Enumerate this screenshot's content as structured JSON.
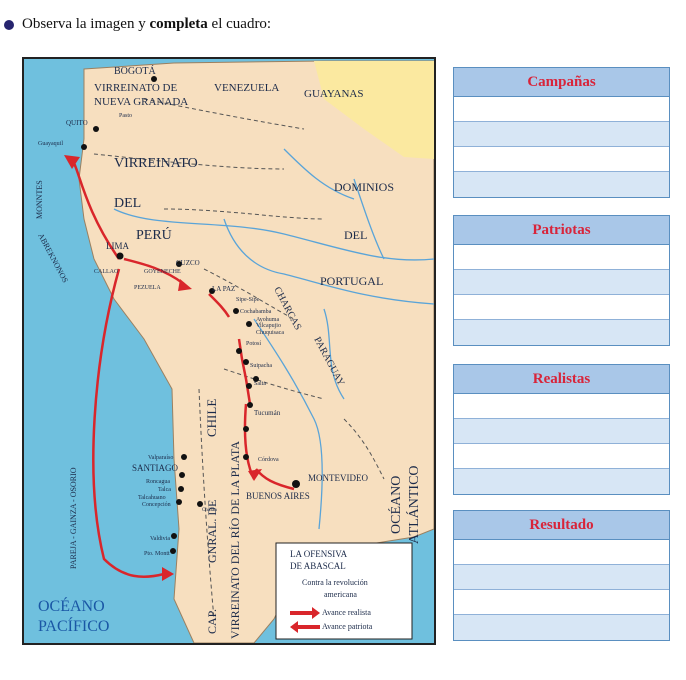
{
  "instruction": {
    "prefix": "Observa la imagen y ",
    "bold": "completa",
    "suffix": " el cuadro:"
  },
  "map": {
    "places": {
      "bogota": "BOGOTÁ",
      "virreinato_ng_1": "VIRREINATO DE",
      "virreinato_ng_2": "NUEVA GRANADA",
      "pasto": "Pasto",
      "venezuela": "VENEZUELA",
      "guayanas": "GUAYANAS",
      "quito": "QUITO",
      "guayaquil": "Guayaquil",
      "virreinato_peru_1": "VIRREINATO",
      "virreinato_peru_2": "DEL",
      "virreinato_peru_3": "PERÚ",
      "dominios": "DOMINIOS",
      "del": "DEL",
      "portugal": "PORTUGAL",
      "lima": "LIMA",
      "callao": "CALLAO",
      "cuzco": "CUZCO",
      "goyeneche": "GOYENECHE",
      "pezuela": "PEZUELA",
      "la_paz": "LA PAZ",
      "sipe": "Sipe-Sipe",
      "cochabamba": "Cochabamba",
      "ayohuma": "Ayohuma",
      "vilcapujio": "Vilcapujio",
      "chuquisaca": "Chuquisaca",
      "potosi": "Potosí",
      "suipacha": "Suipacha",
      "salta": "Salta",
      "tucuman": "Tucumán",
      "cordova": "Córdova",
      "charcas": "CHARCAS",
      "paraguay": "PARAGUAY",
      "chile": "CHILE",
      "virreinato_rp": "VIRREINATO DEL RÍO DE LA PLATA",
      "gnral": "GNRAL. DE",
      "cap": "CAP.",
      "valparaiso": "Valparaíso",
      "santiago": "SANTIAGO",
      "roncagua": "Roncagua",
      "talca": "Talca",
      "talcahuano": "Talcahuano",
      "concepcion": "Concepción",
      "chillan": "Chillán",
      "valdivia": "Valdivia",
      "pto_montt": "Pto. Montt",
      "montevideo": "MONTEVIDEO",
      "buenos_aires": "BUENOS AIRES",
      "oceano_atl_1": "OCÉANO",
      "oceano_atl_2": "ATLÁNTICO",
      "oceano_pac_1": "OCÉANO",
      "oceano_pac_2": "PACÍFICO",
      "monteverde": "MONNTES",
      "abreknonos": "ABREKNONOS",
      "pareja": "PAREJA - GAINZA - OSORIO"
    },
    "legend": {
      "title_1": "LA OFENSIVA",
      "title_2": "DE ABASCAL",
      "subtitle_1": "Contra la revolución",
      "subtitle_2": "americana",
      "realist": "Avance realista",
      "patriot": "Avance patriota"
    },
    "colors": {
      "ocean": "#6fc0de",
      "land": "#f7dfbf",
      "guayanas": "#fbe9a0",
      "river": "#5aa4d8",
      "arrow": "#d9262b"
    }
  },
  "table": {
    "campanas": "Campañas",
    "patriotas": "Patriotas",
    "realistas": "Realistas",
    "resultado": "Resultado"
  }
}
